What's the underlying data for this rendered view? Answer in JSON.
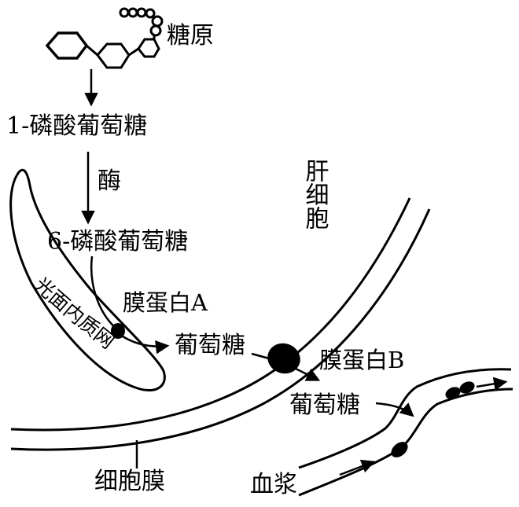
{
  "labels": {
    "glycogen": "糖原",
    "g1p": "1-磷酸葡萄糖",
    "enzyme": "酶",
    "g6p": "6-磷酸葡萄糖",
    "membrane_protein_a": "膜蛋白A",
    "glucose_1": "葡萄糖",
    "membrane_protein_b": "膜蛋白B",
    "glucose_2": "葡萄糖",
    "liver_cell": "肝细胞",
    "smooth_er": "光面内质网",
    "cell_membrane": "细胞膜",
    "plasma": "血浆"
  },
  "colors": {
    "ink": "#000000",
    "background": "#ffffff"
  }
}
